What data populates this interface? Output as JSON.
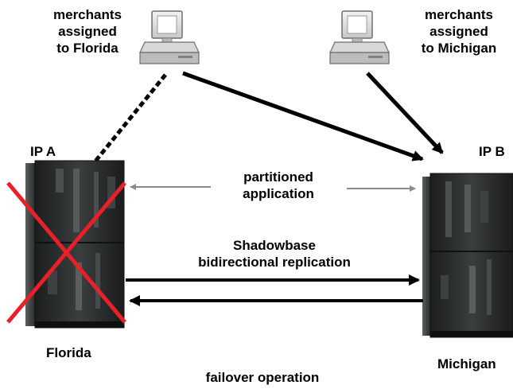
{
  "labels": {
    "merchants_florida": [
      "merchants",
      "assigned",
      "to Florida"
    ],
    "merchants_michigan": [
      "merchants",
      "assigned",
      "to Michigan"
    ],
    "ip_a": "IP A",
    "ip_b": "IP B",
    "partitioned": [
      "partitioned",
      "application"
    ],
    "shadowbase": [
      "Shadowbase",
      "bidirectional replication"
    ],
    "florida": "Florida",
    "michigan": "Michigan",
    "footer": "failover operation"
  },
  "colors": {
    "failure_x": "#e8202a",
    "arrow": "#000000",
    "partition_arrow": "#8c8c8c",
    "server_body": "#2c2f2f"
  },
  "icons": {
    "terminal_left": "computer-terminal-icon",
    "terminal_right": "computer-terminal-icon",
    "server_left": "server-rack-icon",
    "server_right": "server-rack-icon",
    "failure_mark": "red-x-icon"
  },
  "state": {
    "florida_server": "failed"
  }
}
